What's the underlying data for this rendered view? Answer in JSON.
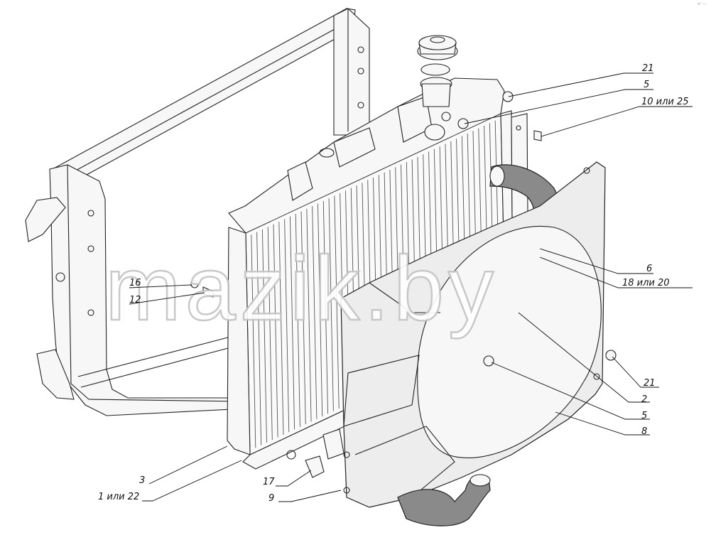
{
  "watermark": "mazik.by",
  "corner_mark": "e° —",
  "callouts": [
    {
      "id": "c21a",
      "label": "21"
    },
    {
      "id": "c5a",
      "label": "5"
    },
    {
      "id": "c10",
      "label": "10 или 25"
    },
    {
      "id": "c6",
      "label": "6"
    },
    {
      "id": "c18",
      "label": "18 или 20"
    },
    {
      "id": "c16",
      "label": "16"
    },
    {
      "id": "c12",
      "label": "12"
    },
    {
      "id": "c21b",
      "label": "21"
    },
    {
      "id": "c2",
      "label": "2"
    },
    {
      "id": "c5b",
      "label": "5"
    },
    {
      "id": "c8",
      "label": "8"
    },
    {
      "id": "c3",
      "label": "3"
    },
    {
      "id": "c1",
      "label": "1 или 22"
    },
    {
      "id": "c17",
      "label": "17"
    },
    {
      "id": "c9",
      "label": "9"
    }
  ]
}
